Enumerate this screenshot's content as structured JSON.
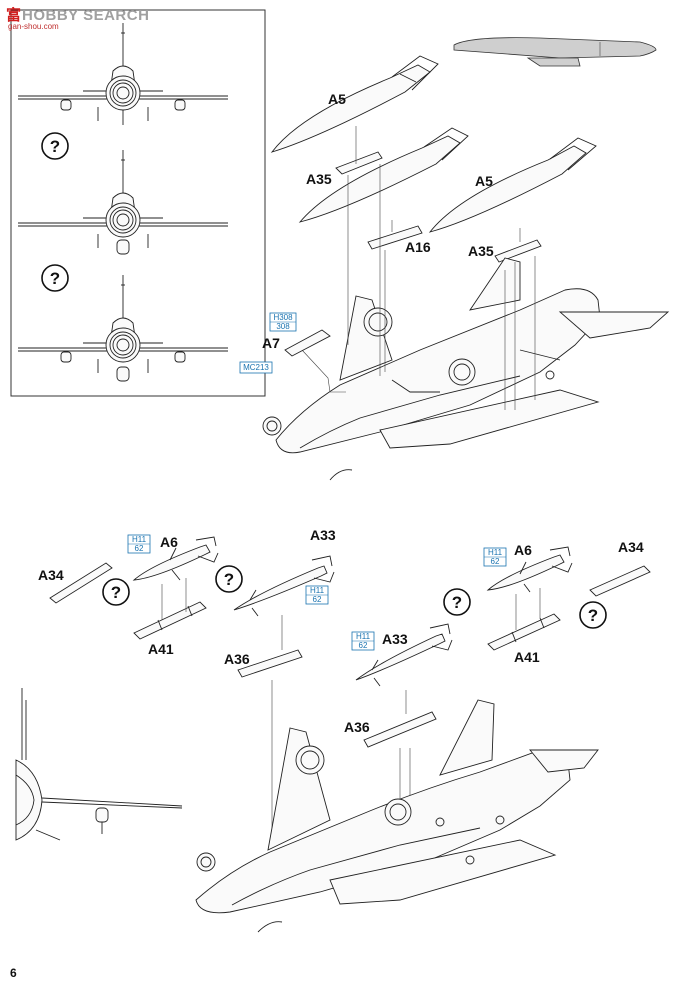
{
  "watermark": {
    "prefix": "富",
    "brand": "HOBBY SEARCH",
    "site": "gan-shou.com"
  },
  "page_number": "6",
  "question_marks": [
    "?",
    "?",
    "?",
    "?",
    "?",
    "?"
  ],
  "upper": {
    "labels": {
      "a5_left": "A5",
      "a35_left": "A35",
      "a16": "A16",
      "a5_right": "A5",
      "a35_right": "A35",
      "a7": "A7"
    },
    "paint": {
      "h308": "H308",
      "c308": "308",
      "mc213": "MC213"
    }
  },
  "lower_left": {
    "labels": {
      "a34": "A34",
      "a6": "A6",
      "a41": "A41",
      "a33": "A33",
      "a36": "A36"
    },
    "paint": {
      "h11_a6": "H11",
      "n62_a6": "62",
      "h11_a33": "H11",
      "n62_a33": "62"
    }
  },
  "lower_right": {
    "labels": {
      "a6": "A6",
      "a34": "A34",
      "a41": "A41",
      "a33": "A33",
      "a36": "A36"
    },
    "paint": {
      "h11_a6": "H11",
      "n62_a6": "62",
      "h11_a33": "H11",
      "n62_a33": "62"
    }
  }
}
